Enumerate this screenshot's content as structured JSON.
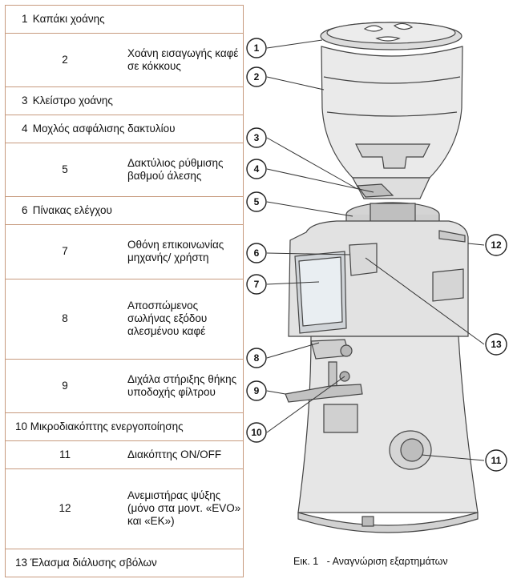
{
  "parts": [
    {
      "num": "1",
      "text": "Καπάκι χοάνης"
    },
    {
      "num": "2",
      "text": "Χοάνη εισαγωγής καφέ σε κόκκους"
    },
    {
      "num": "3",
      "text": "Κλείστρο χοάνης"
    },
    {
      "num": "4",
      "text": "Μοχλός ασφάλισης δακτυλίου"
    },
    {
      "num": "5",
      "text": "Δακτύλιος ρύθμισης βαθμού άλεσης"
    },
    {
      "num": "6",
      "text": "Πίνακας ελέγχου"
    },
    {
      "num": "7",
      "text": "Οθόνη επικοινωνίας μηχανής/ χρήστη"
    },
    {
      "num": "8",
      "text": "Αποσπώμενος σωλήνας εξόδου αλεσμένου καφέ"
    },
    {
      "num": "9",
      "text": "Διχάλα στήριξης θήκης υποδοχής φίλτρου"
    },
    {
      "num": "10",
      "text": "Μικροδιακόπτης ενεργοποίησης"
    },
    {
      "num": "11",
      "text": "Διακόπτης ON/OFF"
    },
    {
      "num": "12",
      "text": "Ανεμιστήρας ψύξης (μόνο στα μοντ. «EVO» και «EK»)"
    },
    {
      "num": "13",
      "text": "Έλασμα διάλυσης σβόλων"
    }
  ],
  "caption": "Εικ. 1   - Αναγνώριση εξαρτημάτων",
  "colors": {
    "table_border": "#c79a7e",
    "line": "#333333",
    "machine_fill": "#e3e3e3"
  }
}
